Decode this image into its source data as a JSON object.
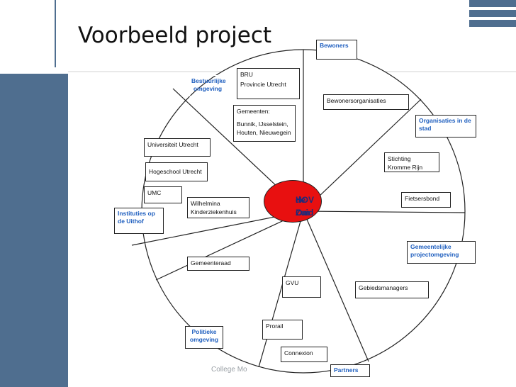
{
  "title": "Voorbeeld project",
  "center": {
    "line1": "HOV Om",
    "line2": "de Zuid"
  },
  "categories": {
    "bewoners": "Bewoners",
    "bestuurlijke1": "Bestuurlijke",
    "bestuurlijke2": "omgeving",
    "organisaties1": "Organisaties in de",
    "organisaties2": "stad",
    "instituties1": "Instituties op",
    "instituties2": "de Uithof",
    "gemeentelijke1": "Gemeentelijke",
    "gemeentelijke2": "projectomgeving",
    "politieke1": "Politieke",
    "politieke2": "omgeving",
    "partners": "Partners"
  },
  "stakeholders": {
    "bru1": "BRU",
    "bru2": "Provincie Utrecht",
    "gemeenten1": "Gemeenten:",
    "gemeenten2": "Bunnik, IJsselstein,",
    "gemeenten3": "Houten, Nieuwegein",
    "bewonersorganisaties": "Bewonersorganisaties",
    "universiteit": "Universiteit Utrecht",
    "hogeschool": "Hogeschool Utrecht",
    "umc": "UMC",
    "wilhelmina1": " Wilhelmina",
    "wilhelmina2": "Kinderziekenhuis",
    "stichting1": "Stichting",
    "stichting2": "Kromme Rijn",
    "fietsersbond": "Fietsersbond",
    "gemeenteraad": "Gemeenteraad",
    "gvu": "GVU",
    "gebiedsmanagers": "Gebiedsmanagers",
    "prorail": "Prorail",
    "connexion": "Connexion"
  },
  "footer": "College Mo"
}
